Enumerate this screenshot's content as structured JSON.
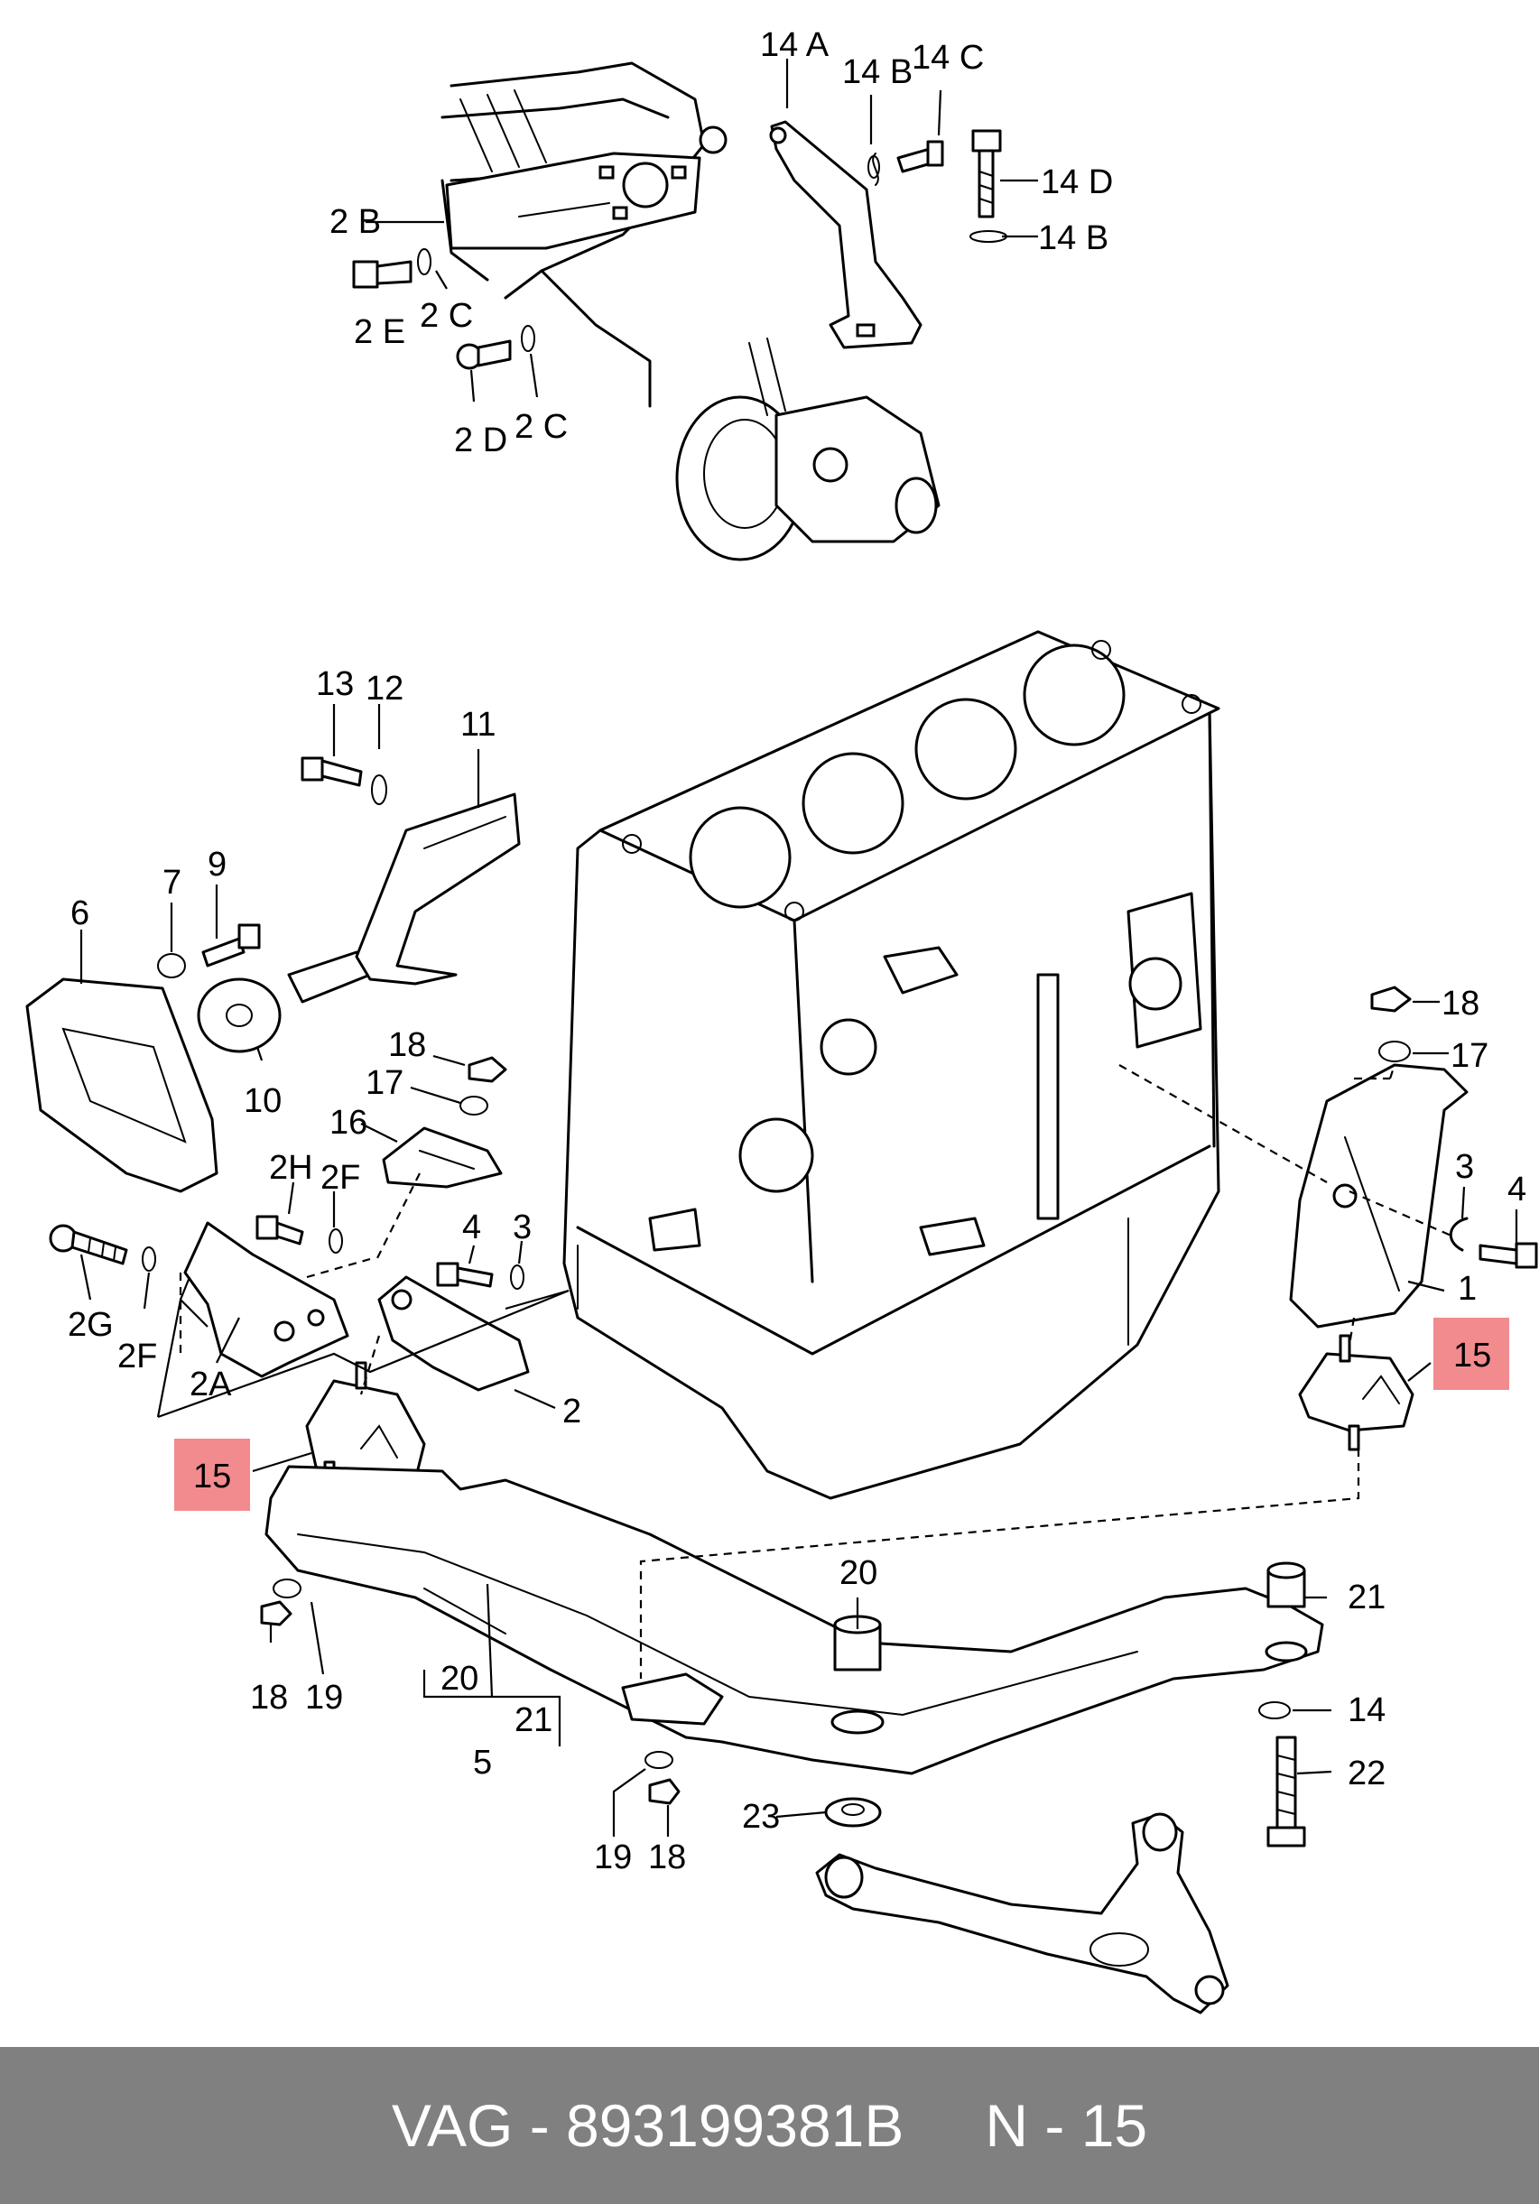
{
  "diagram": {
    "callouts": [
      {
        "id": "14A",
        "text": "14 A"
      },
      {
        "id": "14B-top",
        "text": "14 B"
      },
      {
        "id": "14C",
        "text": "14 C"
      },
      {
        "id": "14D",
        "text": "14 D"
      },
      {
        "id": "14B-right",
        "text": "14 B"
      },
      {
        "id": "2B",
        "text": "2 B"
      },
      {
        "id": "2C-upper",
        "text": "2 C"
      },
      {
        "id": "2E",
        "text": "2 E"
      },
      {
        "id": "2D",
        "text": "2 D"
      },
      {
        "id": "2C-lower",
        "text": "2 C"
      },
      {
        "id": "13",
        "text": "13"
      },
      {
        "id": "12",
        "text": "12"
      },
      {
        "id": "11",
        "text": "11"
      },
      {
        "id": "6",
        "text": "6"
      },
      {
        "id": "7",
        "text": "7"
      },
      {
        "id": "9",
        "text": "9"
      },
      {
        "id": "10",
        "text": "10"
      },
      {
        "id": "18-left",
        "text": "18"
      },
      {
        "id": "17-left",
        "text": "17"
      },
      {
        "id": "16",
        "text": "16"
      },
      {
        "id": "2H",
        "text": "2H"
      },
      {
        "id": "2F-top",
        "text": "2F"
      },
      {
        "id": "4-left",
        "text": "4"
      },
      {
        "id": "3-left",
        "text": "3"
      },
      {
        "id": "2G",
        "text": "2G"
      },
      {
        "id": "2F-bottom",
        "text": "2F"
      },
      {
        "id": "2A",
        "text": "2A"
      },
      {
        "id": "2",
        "text": "2"
      },
      {
        "id": "18-right",
        "text": "18"
      },
      {
        "id": "17-right",
        "text": "17"
      },
      {
        "id": "3-right",
        "text": "3"
      },
      {
        "id": "4-right",
        "text": "4"
      },
      {
        "id": "1",
        "text": "1"
      },
      {
        "id": "18-bl",
        "text": "18"
      },
      {
        "id": "19-bl",
        "text": "19"
      },
      {
        "id": "20-bracket",
        "text": "20"
      },
      {
        "id": "21-bracket",
        "text": "21"
      },
      {
        "id": "5",
        "text": "5"
      },
      {
        "id": "20",
        "text": "20"
      },
      {
        "id": "21",
        "text": "21"
      },
      {
        "id": "14",
        "text": "14"
      },
      {
        "id": "22",
        "text": "22"
      },
      {
        "id": "23",
        "text": "23"
      },
      {
        "id": "19-bottom",
        "text": "19"
      },
      {
        "id": "18-bottom",
        "text": "18"
      }
    ],
    "highlight_left": "15",
    "highlight_right": "15",
    "highlight_color": "#f28b8e"
  },
  "footer": {
    "brand_code": "VAG - 893199381B",
    "position": "N - 15",
    "background": "#808080",
    "text_color": "#ffffff"
  }
}
